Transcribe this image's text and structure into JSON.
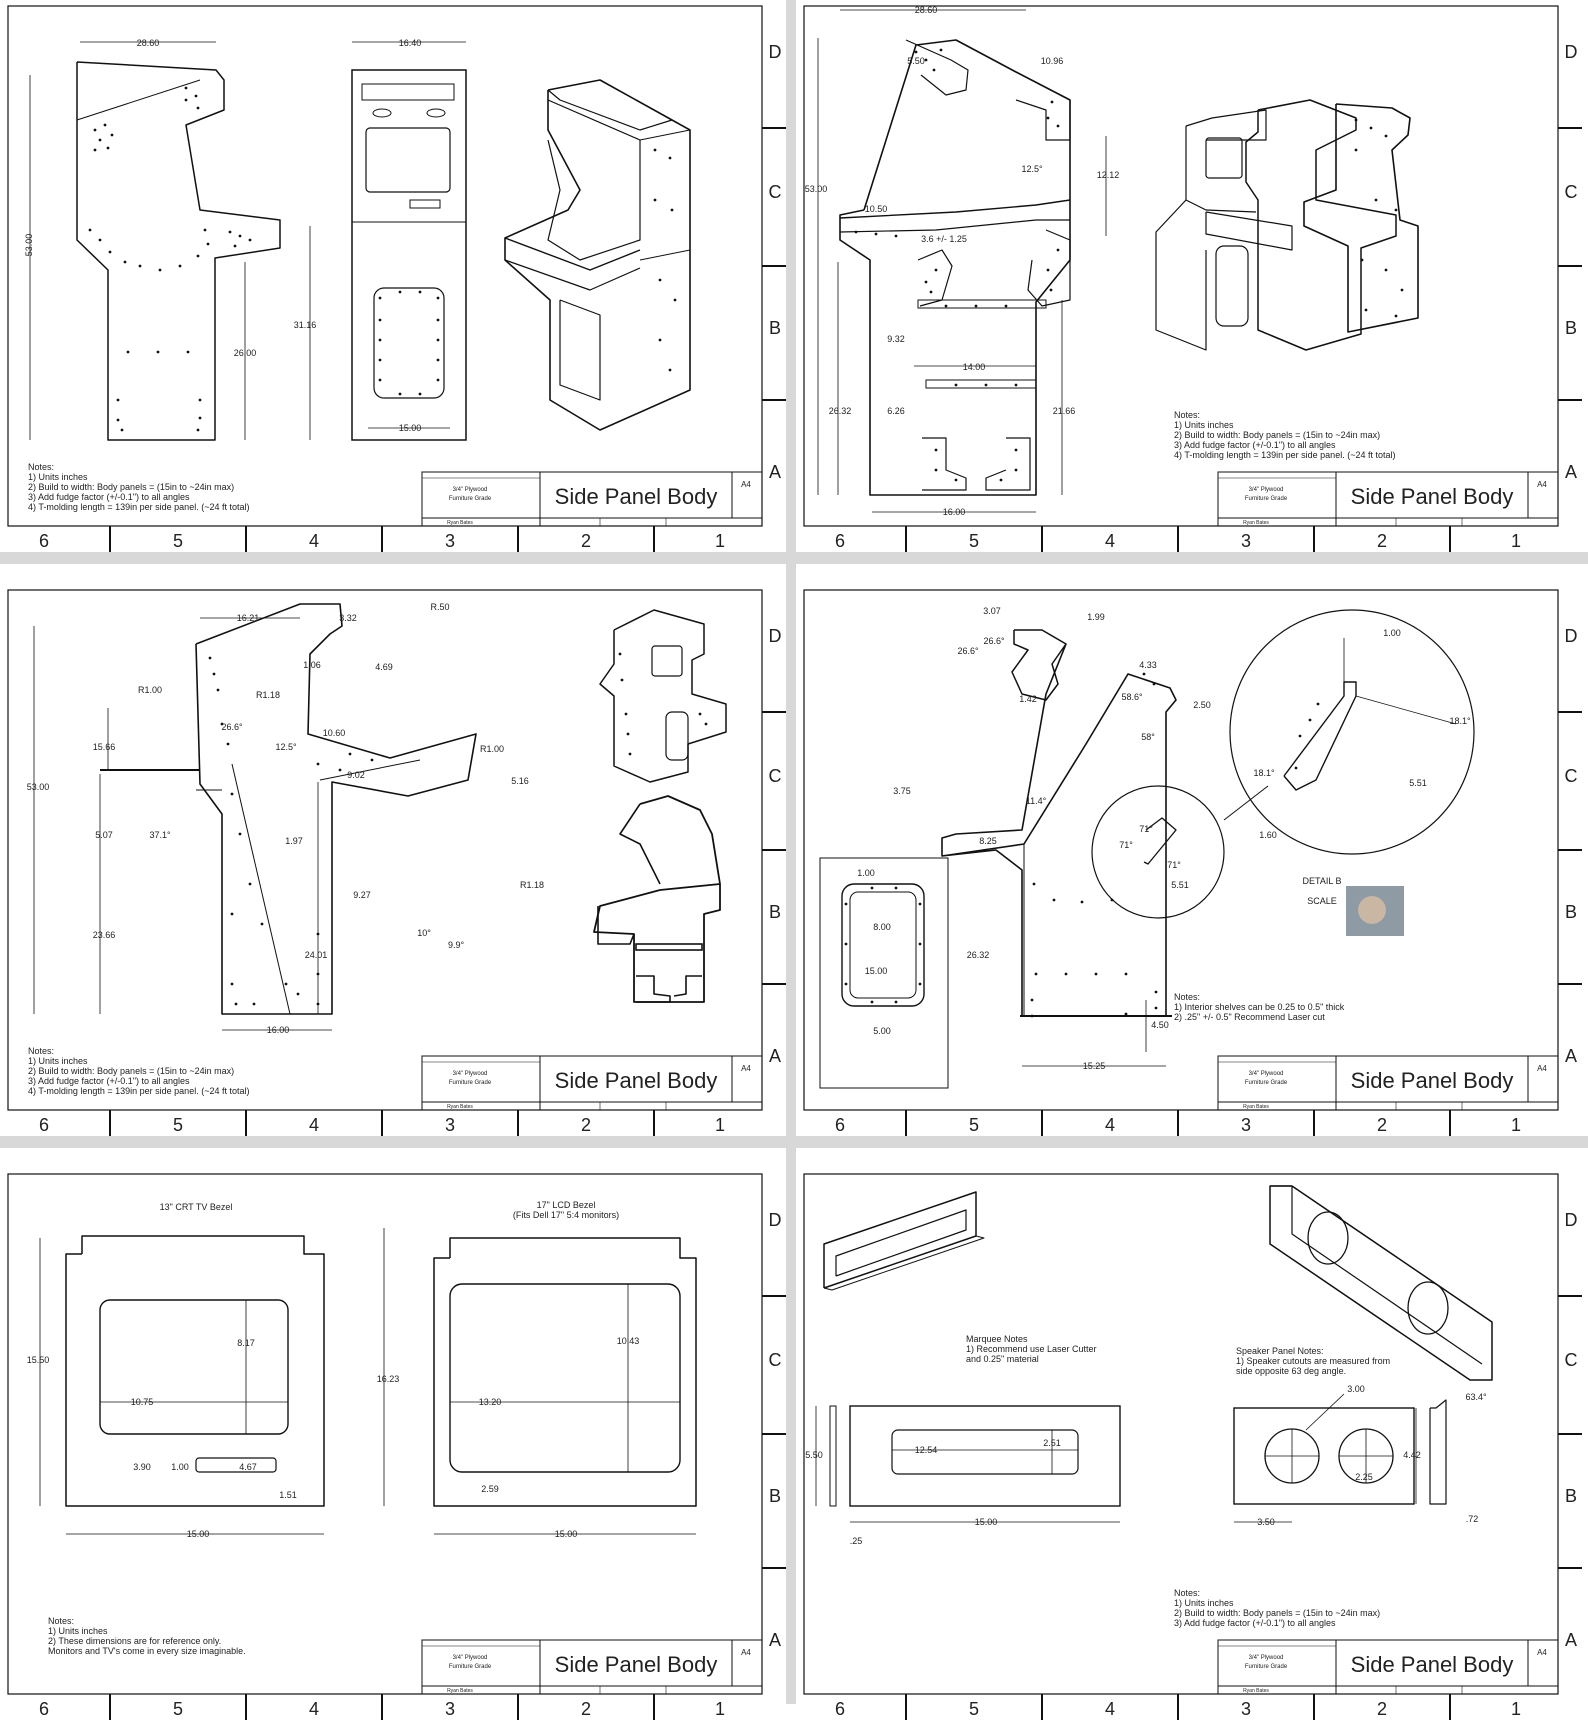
{
  "sheets": [
    {
      "zone_numbers": [
        "6",
        "5",
        "4",
        "3",
        "2",
        "1"
      ],
      "zone_letters": [
        "D",
        "C",
        "B",
        "A"
      ],
      "dims": [
        "28.60",
        "16.40",
        "53.00",
        "31.16",
        "26.00",
        "15.00"
      ],
      "notes": [
        "Notes:",
        "1) Units inches",
        "2) Build to width: Body panels = (15in to ~24in max)",
        "3) Add fudge factor (+/-0.1\") to all angles",
        "4) T-molding length = 139in per side panel. (~24 ft total)"
      ],
      "title_block": {
        "title": "Side Panel Body",
        "material_1": "3/4\" Plywood",
        "material_2": "Furniture Grade",
        "size": "A4",
        "author": "Ryan Bates"
      }
    },
    {
      "zone_numbers": [
        "6",
        "5",
        "4",
        "3",
        "2",
        "1"
      ],
      "zone_letters": [
        "D",
        "C",
        "B",
        "A"
      ],
      "dims": [
        "28.60",
        "5.50",
        "10.96",
        "53.00",
        "12.5°",
        "12.12",
        "10.50",
        "3.6 +/- 1.25",
        "9.32",
        "14.00",
        "26.32",
        "6.26",
        "21.66",
        "16.00"
      ],
      "notes": [
        "Notes:",
        "1) Units inches",
        "2) Build to width: Body panels = (15in to ~24in max)",
        "3) Add fudge factor (+/-0.1\") to all angles",
        "4) T-molding length = 139in per side panel. (~24 ft total)"
      ],
      "title_block": {
        "title": "Side Panel Body",
        "material_1": "3/4\" Plywood",
        "material_2": "Furniture Grade",
        "size": "A4",
        "author": "Ryan Bates"
      }
    },
    {
      "zone_numbers": [
        "6",
        "5",
        "4",
        "3",
        "2",
        "1"
      ],
      "zone_letters": [
        "D",
        "C",
        "B",
        "A"
      ],
      "dims": [
        "16.21",
        "3.32",
        "R.50",
        "4.69",
        "R1.00",
        "1.06",
        "R1.18",
        "15.66",
        "26.6°",
        "12.5°",
        "10.60",
        "R1.00",
        "9.02",
        "5.16",
        "53.00",
        "5.07",
        "37.1°",
        "1.97",
        "R1.18",
        "9.27",
        "10°",
        "9.9°",
        "23.66",
        "24.01",
        "16.00"
      ],
      "notes": [
        "Notes:",
        "1) Units inches",
        "2) Build to width: Body panels = (15in to ~24in max)",
        "3) Add fudge factor (+/-0.1\") to all angles",
        "4) T-molding length = 139in per side panel. (~24 ft total)"
      ],
      "title_block": {
        "title": "Side Panel Body",
        "material_1": "3/4\" Plywood",
        "material_2": "Furniture Grade",
        "size": "A4",
        "author": "Ryan Bates"
      }
    },
    {
      "zone_numbers": [
        "6",
        "5",
        "4",
        "3",
        "2",
        "1"
      ],
      "zone_letters": [
        "D",
        "C",
        "B",
        "A"
      ],
      "dims": [
        "3.07",
        "1.99",
        "26.6°",
        "26.6°",
        "4.33",
        "1.42",
        "58.6°",
        "58°",
        "2.50",
        "1.00",
        "18.1°",
        "3.75",
        "11.4°",
        "8.25",
        "71°",
        "71°",
        "71°",
        "5.51",
        "5.51",
        "18.1°",
        "1.60",
        "1.00",
        "8.00",
        "15.00",
        "26.32",
        "5.00",
        "4.50",
        "15.25"
      ],
      "detail_label": "DETAIL B",
      "scale_label": "SCALE",
      "notes": [
        "Notes:",
        "1) Interior shelves can be 0.25 to 0.5\" thick",
        "2) .25\" +/- 0.5\" Recommend Laser cut"
      ],
      "title_block": {
        "title": "Side Panel Body",
        "material_1": "3/4\" Plywood",
        "material_2": "Furniture Grade",
        "size": "A4",
        "author": "Ryan Bates"
      }
    },
    {
      "zone_numbers": [
        "6",
        "5",
        "4",
        "3",
        "2",
        "1"
      ],
      "zone_letters": [
        "D",
        "C",
        "B",
        "A"
      ],
      "crt_title": "13\" CRT  TV Bezel",
      "lcd_title_1": "17\" LCD Bezel",
      "lcd_title_2": "(Fits Dell 17\" 5:4 monitors)",
      "dims": [
        "15.50",
        "8.17",
        "10.75",
        "3.90",
        "1.00",
        "4.67",
        "1.51",
        "15.00",
        "16.23",
        "10.43",
        "13.20",
        "2.59",
        "15.00"
      ],
      "notes": [
        "Notes:",
        "1) Units inches",
        "2) These dimensions are for reference only.",
        "Monitors and TV's come in every size imaginable."
      ],
      "title_block": {
        "title": "Side Panel Body",
        "material_1": "3/4\" Plywood",
        "material_2": "Furniture Grade",
        "size": "A4",
        "author": "Ryan Bates"
      }
    },
    {
      "zone_numbers": [
        "6",
        "5",
        "4",
        "3",
        "2",
        "1"
      ],
      "zone_letters": [
        "D",
        "C",
        "B",
        "A"
      ],
      "marquee_notes": [
        "Marquee Notes",
        "1) Recommend use Laser Cutter",
        "and 0.25\" material"
      ],
      "speaker_notes": [
        "Speaker Panel Notes:",
        "1) Speaker cutouts are measured from",
        "side opposite 63 deg angle."
      ],
      "dims": [
        "5.50",
        "12.54",
        "2.51",
        "15.00",
        ".25",
        "3.00",
        "63.4°",
        "4.42",
        "2.25",
        "3.50",
        ".72"
      ],
      "notes": [
        "Notes:",
        "1) Units inches",
        "2) Build to width: Body panels = (15in to ~24in max)",
        "3) Add fudge factor (+/-0.1\") to all angles"
      ],
      "title_block": {
        "title": "Side Panel Body",
        "material_1": "3/4\" Plywood",
        "material_2": "Furniture Grade",
        "size": "A4",
        "author": "Ryan Bates"
      }
    }
  ]
}
